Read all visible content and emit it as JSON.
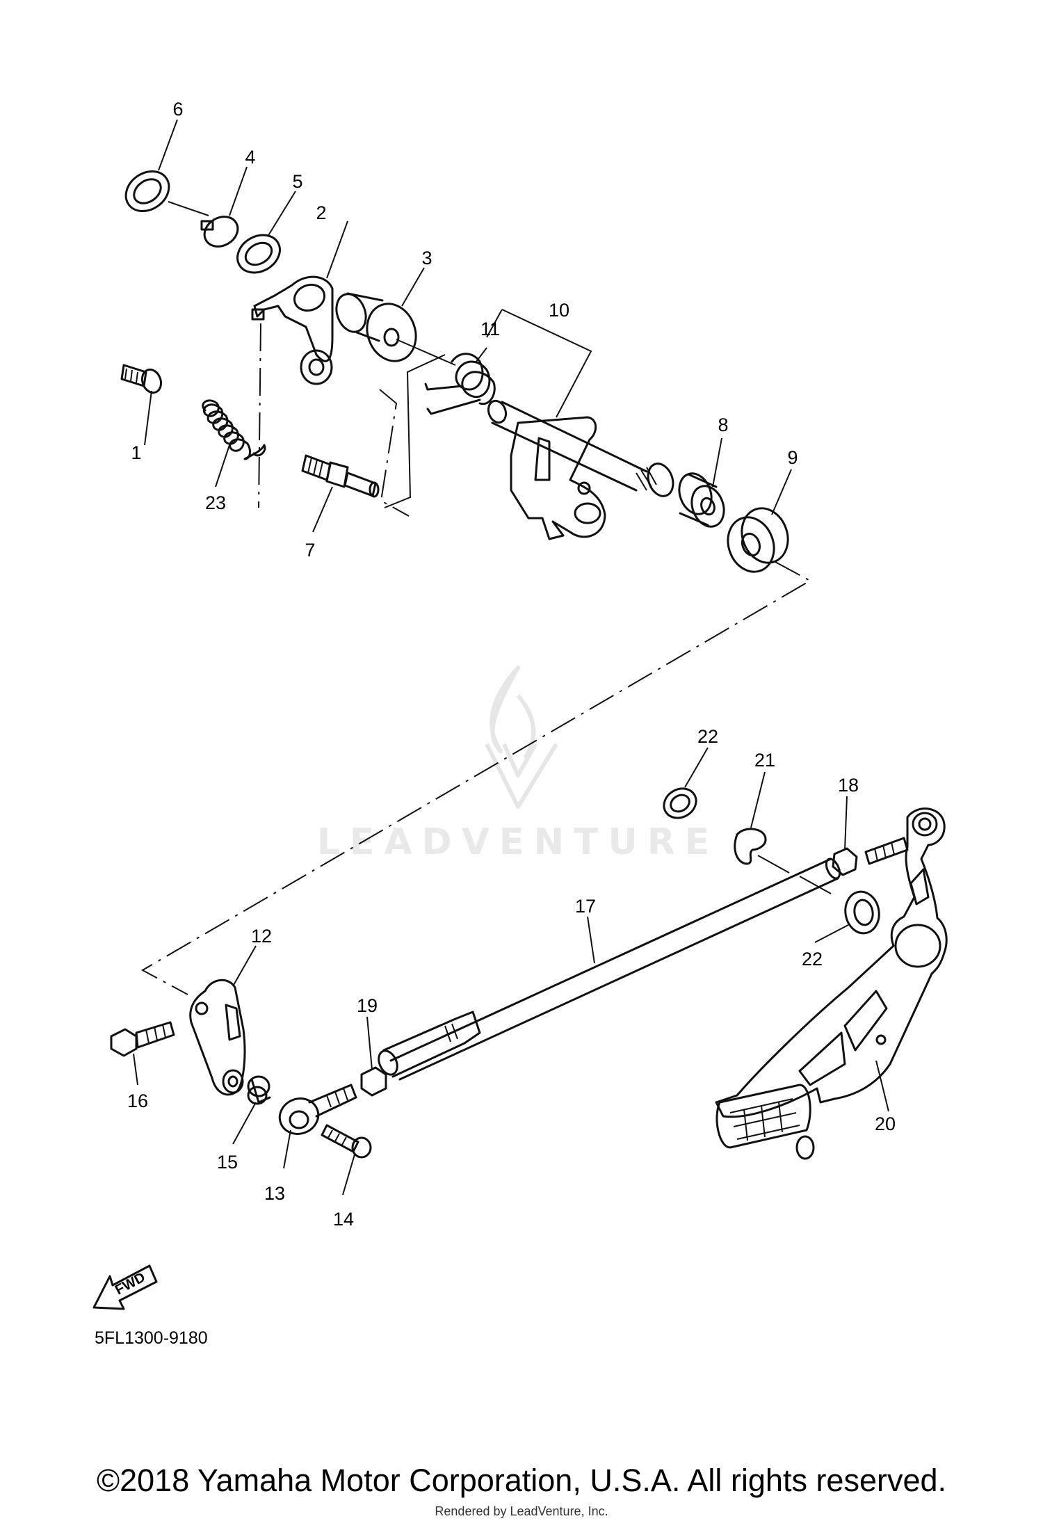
{
  "watermark": {
    "text": "LEADVENTURE"
  },
  "callouts": [
    "1",
    "2",
    "3",
    "4",
    "5",
    "6",
    "7",
    "8",
    "9",
    "10",
    "11",
    "12",
    "13",
    "14",
    "15",
    "16",
    "17",
    "18",
    "19",
    "20",
    "21",
    "22",
    "22",
    "23"
  ],
  "fwd_label": "FWD",
  "diagram_code": "5FL1300-9180",
  "copyright": "©2018 Yamaha Motor Corporation, U.S.A. All rights reserved.",
  "rendered_by": "Rendered by LeadVenture, Inc."
}
